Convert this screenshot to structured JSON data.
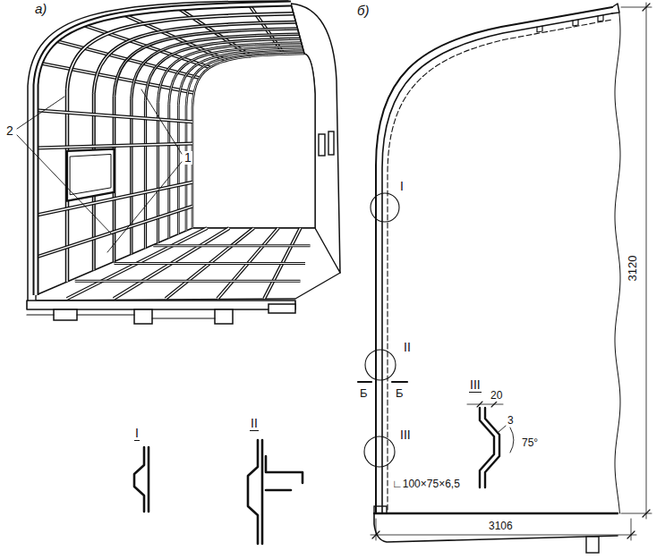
{
  "diagram": {
    "labels": [
      "а)",
      "2",
      "1",
      "I",
      "II",
      "б)",
      "I",
      "II",
      "III",
      "Б",
      "Б",
      "III",
      "20",
      "3",
      "75°",
      "∟100×75×6,5",
      "3120",
      "3106"
    ]
  }
}
